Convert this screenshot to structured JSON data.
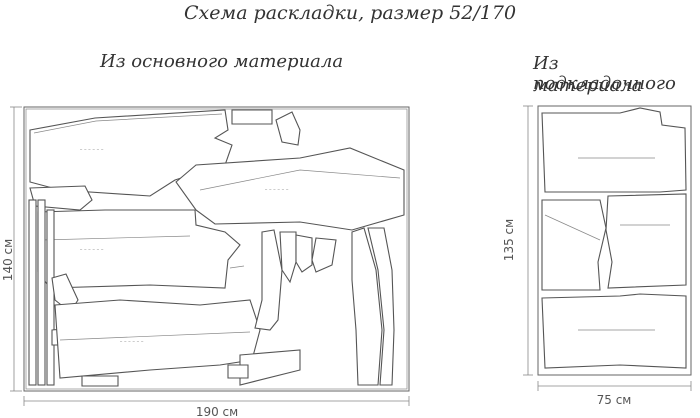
{
  "title": "Схема раскладки, размер 52/170",
  "main_label": "Из основного материала",
  "lining_label_line1": "Из подкладочного",
  "lining_label_line2": "материала",
  "main_width": "190 см",
  "main_height": "140 см",
  "lining_width": "75 см",
  "lining_height": "135 см"
}
